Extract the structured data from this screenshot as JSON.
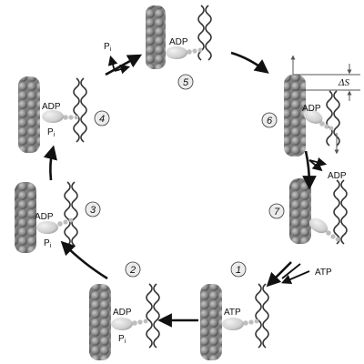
{
  "colors": {
    "actin": "#8a8a8a",
    "actin_dark": "#4a4a4a",
    "myosin_head": "#d2d2d2",
    "myosin_neck": "#bdbdbd",
    "filament": "#333333",
    "arrow": "#111111",
    "stroke_arrow": "#666666"
  },
  "states": [
    {
      "number": "1",
      "nucleotide": "ATP",
      "phosphate": ""
    },
    {
      "number": "2",
      "nucleotide": "ADP",
      "phosphate": "P"
    },
    {
      "number": "3",
      "nucleotide": "ADP",
      "phosphate": "P"
    },
    {
      "number": "4",
      "nucleotide": "ADP",
      "phosphate": "P"
    },
    {
      "number": "5",
      "nucleotide": "ADP",
      "phosphate": ""
    },
    {
      "number": "6",
      "nucleotide": "ADP",
      "phosphate": ""
    },
    {
      "number": "7",
      "nucleotide": "",
      "phosphate": ""
    }
  ],
  "labels": {
    "atp_in": "ATP",
    "pi_out": "P",
    "pi_subscript": "i",
    "adp_out": "ADP",
    "step_size": "ΔS"
  }
}
